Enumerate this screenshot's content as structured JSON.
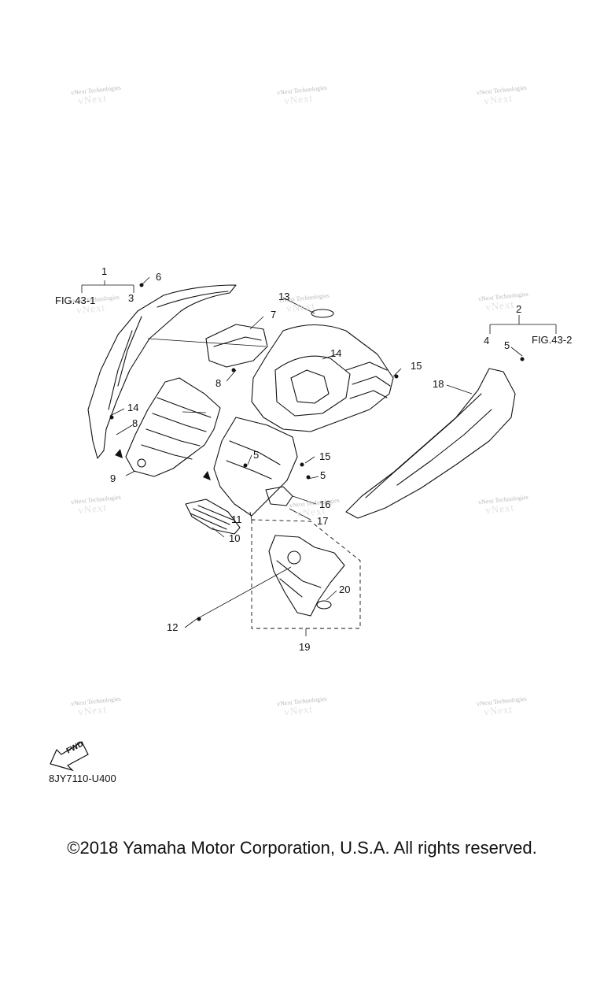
{
  "watermark": {
    "text": "vNext Technologies",
    "ghost": "vNext"
  },
  "callouts": {
    "c1": "1",
    "c2": "2",
    "c3": "3",
    "c4": "4",
    "c5a": "5",
    "c5b": "5",
    "c5c": "5",
    "c6": "6",
    "c7": "7",
    "c8a": "8",
    "c8b": "8",
    "c9": "9",
    "c10": "10",
    "c11": "11",
    "c12": "12",
    "c13": "13",
    "c14a": "14",
    "c14b": "14",
    "c15a": "15",
    "c15b": "15",
    "c16": "16",
    "c17": "17",
    "c18": "18",
    "c19": "19",
    "c20": "20"
  },
  "figure_refs": {
    "left": "FIG.43-1",
    "right": "FIG.43-2"
  },
  "fwd_label": "FWD",
  "diagram_code": "8JY7110-U400",
  "copyright": "©2018 Yamaha Motor Corporation, U.S.A. All rights reserved."
}
